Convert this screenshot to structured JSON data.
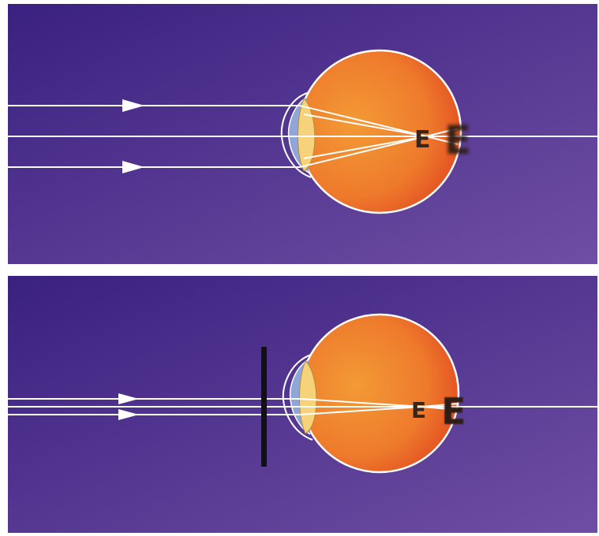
{
  "panels": [
    {
      "id": "blurred-vision",
      "letters": {
        "small": "E",
        "large": "E"
      },
      "pinhole": false
    },
    {
      "id": "pinhole-vision",
      "letters": {
        "small": "E",
        "large": "E"
      },
      "pinhole": true
    }
  ],
  "colors": {
    "background_start": "#3a2080",
    "background_end": "#6f4fa3",
    "eye_orange": "#f08a2a",
    "eye_red": "#e34a24",
    "lens_yellow": "#f6d37a",
    "cornea_blue": "#8fa6d8",
    "ray": "#ffffff",
    "letter": "#3b2418",
    "pinhole_bar": "#111111"
  }
}
